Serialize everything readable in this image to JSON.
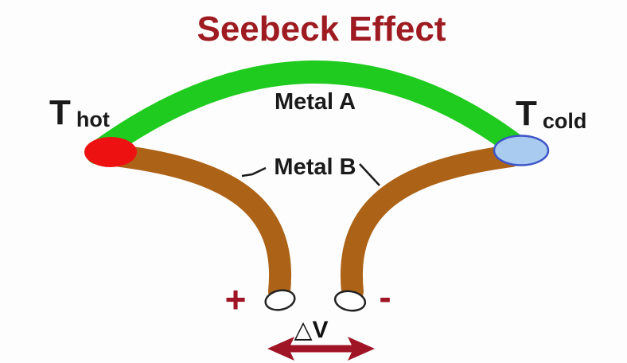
{
  "title": "Seebeck Effect",
  "colors": {
    "title_red": "#9E1B21",
    "accent_red": "#A01526",
    "metal_a_green": "#1ECB1E",
    "metal_b_brown": "#AD6317",
    "hot_junction_red": "#EE1111",
    "cold_junction_fill": "#A9CBEF",
    "cold_junction_border": "#3E55C8"
  },
  "labels": {
    "metal_a": "Metal A",
    "metal_b": "Metal B",
    "t_hot": {
      "main": "T",
      "sub": "hot"
    },
    "t_cold": {
      "main": "T",
      "sub": "cold"
    },
    "plus": "+",
    "minus": "-",
    "voltage": "△V"
  }
}
